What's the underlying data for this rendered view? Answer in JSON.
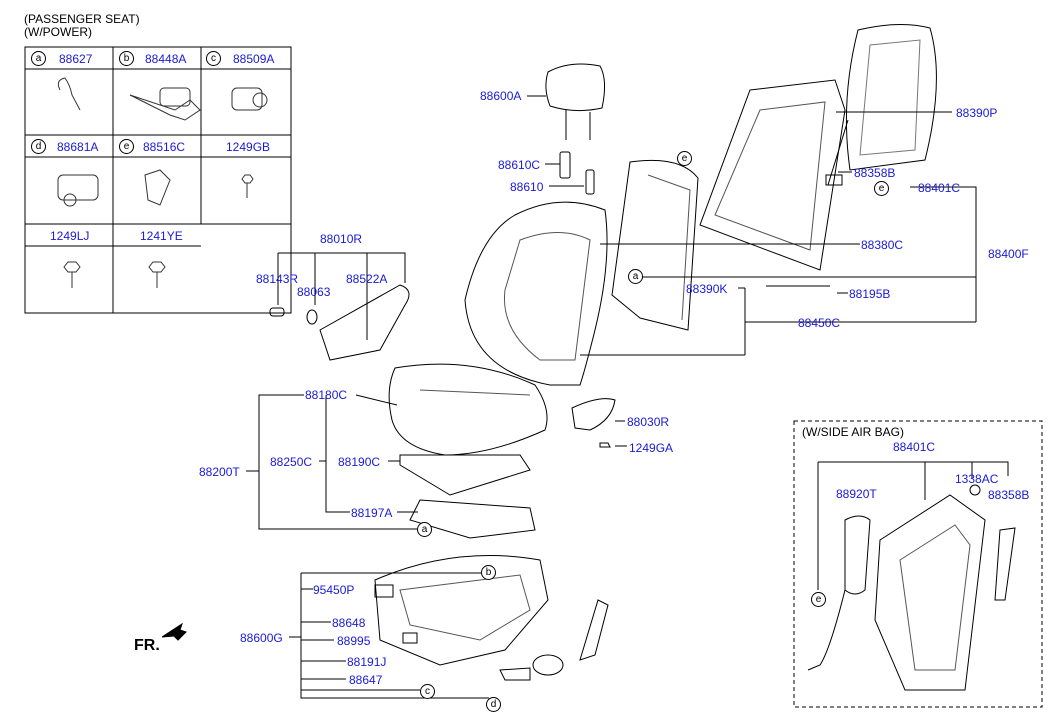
{
  "header": {
    "line1": "(PASSENGER SEAT)",
    "line2": "(W/POWER)"
  },
  "legend_table": {
    "cells": [
      {
        "letter": "a",
        "part": "88627"
      },
      {
        "letter": "b",
        "part": "88448A"
      },
      {
        "letter": "c",
        "part": "88509A"
      },
      {
        "letter": "d",
        "part": "88681A"
      },
      {
        "letter": "e",
        "part": "88516C"
      },
      {
        "letter": "",
        "part": "1249GB"
      },
      {
        "letter": "",
        "part": "1249LJ"
      },
      {
        "letter": "",
        "part": "1241YE"
      }
    ]
  },
  "labels": {
    "p88600A": "88600A",
    "p88610C": "88610C",
    "p88610": "88610",
    "p88010R": "88010R",
    "p88143R": "88143R",
    "p88063": "88063",
    "p88522A": "88522A",
    "p88390P": "88390P",
    "p88358B": "88358B",
    "p88401C": "88401C",
    "p88380C": "88380C",
    "p88400F": "88400F",
    "p88390K": "88390K",
    "p88195B": "88195B",
    "p88450C": "88450C",
    "p88180C": "88180C",
    "p88200T": "88200T",
    "p88250C": "88250C",
    "p88190C": "88190C",
    "p88197A": "88197A",
    "p88030R": "88030R",
    "p1249GA": "1249GA",
    "p95450P": "95450P",
    "p88648": "88648",
    "p88600G": "88600G",
    "p88995": "88995",
    "p88191J": "88191J",
    "p88647": "88647"
  },
  "callouts": {
    "a": "a",
    "b": "b",
    "c": "c",
    "d": "d",
    "e": "e"
  },
  "airbag_box": {
    "title": "(W/SIDE AIR BAG)",
    "p88401C": "88401C",
    "p88920T": "88920T",
    "p1338AC": "1338AC",
    "p88358B": "88358B"
  },
  "front_marker": "FR."
}
